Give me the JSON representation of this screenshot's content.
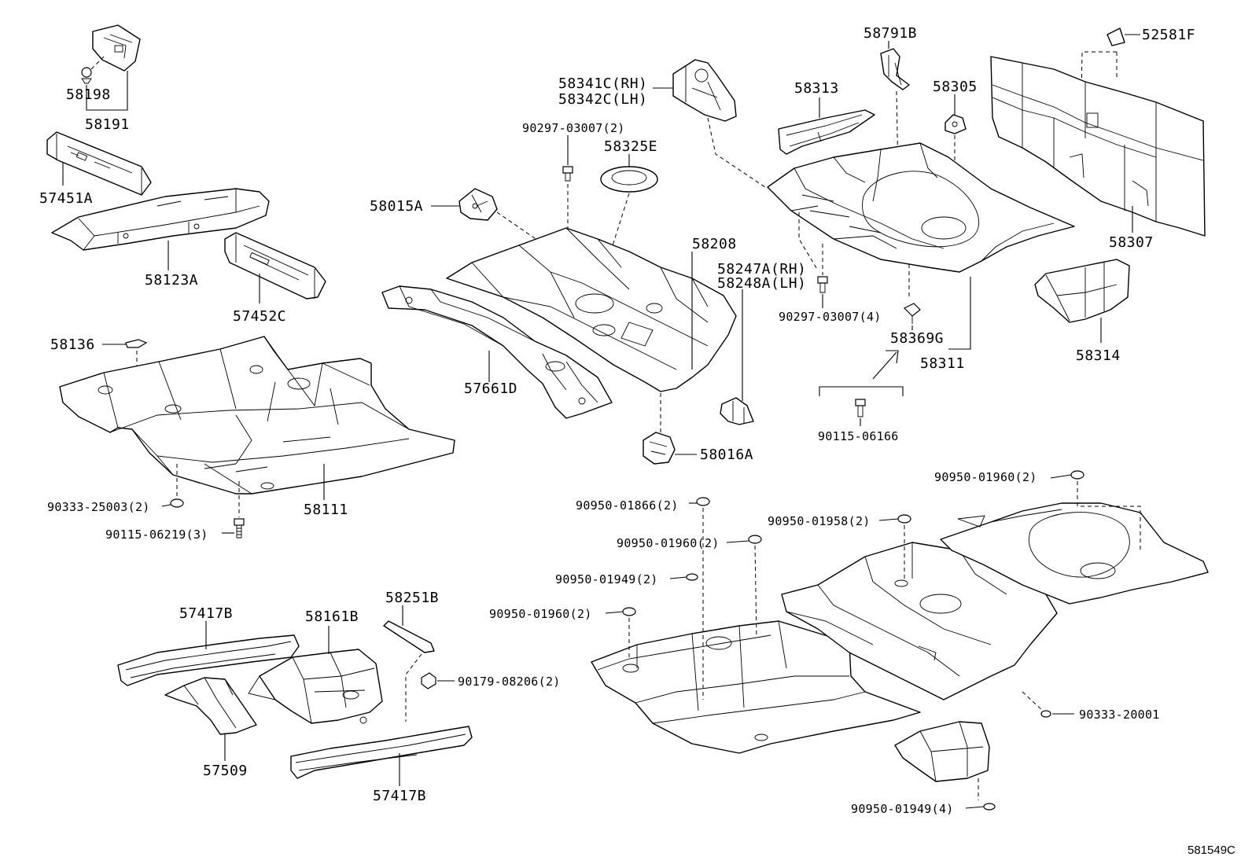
{
  "labels": {
    "p58198": "58198",
    "p58191": "58191",
    "p57451A": "57451A",
    "p58123A": "58123A",
    "p57452C": "57452C",
    "p58136": "58136",
    "p58111": "58111",
    "p90333_25003": "90333-25003(2)",
    "p90115_06219": "90115-06219(3)",
    "p58341C": "58341C(RH)",
    "p58342C": "58342C(LH)",
    "p90297_03007_2": "90297-03007(2)",
    "p58325E": "58325E",
    "p58015A": "58015A",
    "p58208": "58208",
    "p58247A": "58247A(RH)",
    "p58248A": "58248A(LH)",
    "p57661D": "57661D",
    "p58016A": "58016A",
    "p58791B": "58791B",
    "p58313": "58313",
    "p58305": "58305",
    "p52581F": "52581F",
    "p58307": "58307",
    "p90297_03007_4": "90297-03007(4)",
    "p58369G": "58369G",
    "p58311": "58311",
    "p58314": "58314",
    "p90115_06166": "90115-06166",
    "p90950_01960_a": "90950-01960(2)",
    "p90950_01866": "90950-01866(2)",
    "p90950_01958": "90950-01958(2)",
    "p90950_01960_b": "90950-01960(2)",
    "p90950_01949_a": "90950-01949(2)",
    "p90950_01960_c": "90950-01960(2)",
    "p90333_20001": "90333-20001",
    "p90950_01949_b": "90950-01949(4)",
    "p57417B_a": "57417B",
    "p58161B": "58161B",
    "p58251B": "58251B",
    "p90179_08206": "90179-08206(2)",
    "p57509": "57509",
    "p57417B_b": "57417B",
    "figure_code": "581549C"
  }
}
